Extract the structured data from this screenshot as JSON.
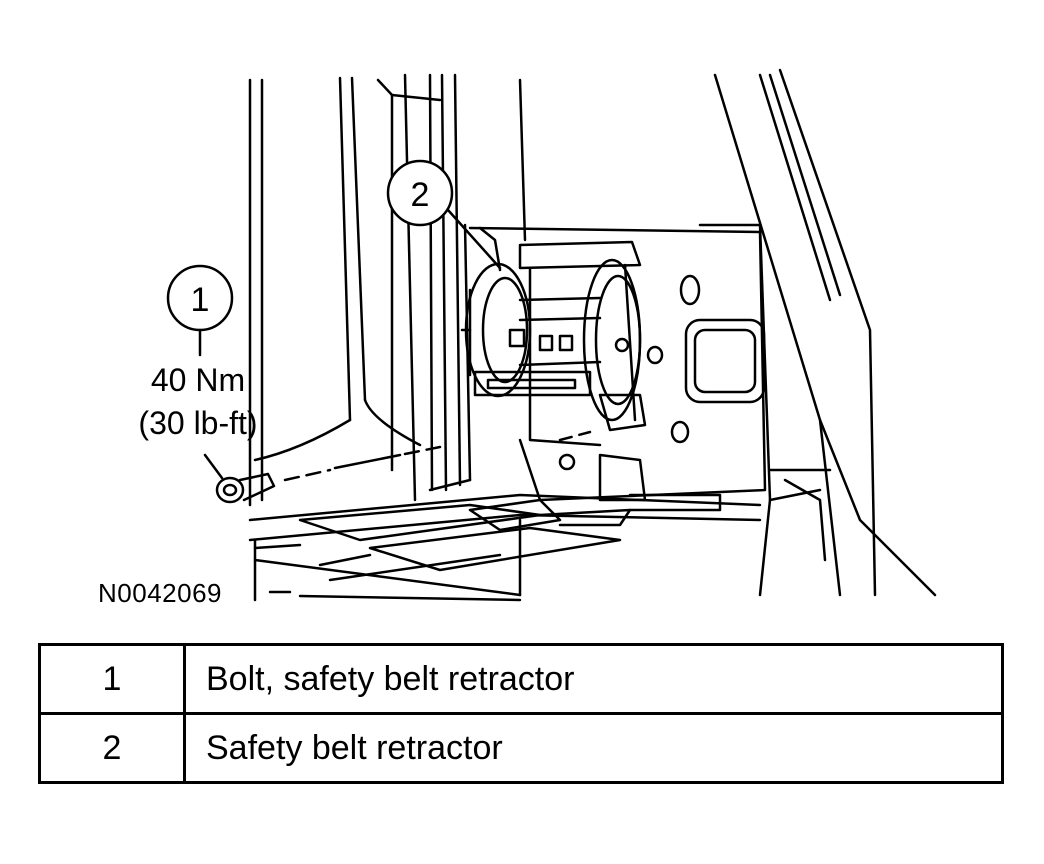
{
  "callouts": [
    {
      "number": "1",
      "label": "bolt"
    },
    {
      "number": "2",
      "label": "retractor"
    }
  ],
  "torque": {
    "metric": "40 Nm",
    "imperial": "(30 lb-ft)"
  },
  "figure_id": "N0042069",
  "legend": {
    "rows": [
      {
        "number": "1",
        "description": "Bolt, safety belt retractor"
      },
      {
        "number": "2",
        "description": "Safety belt retractor"
      }
    ]
  }
}
